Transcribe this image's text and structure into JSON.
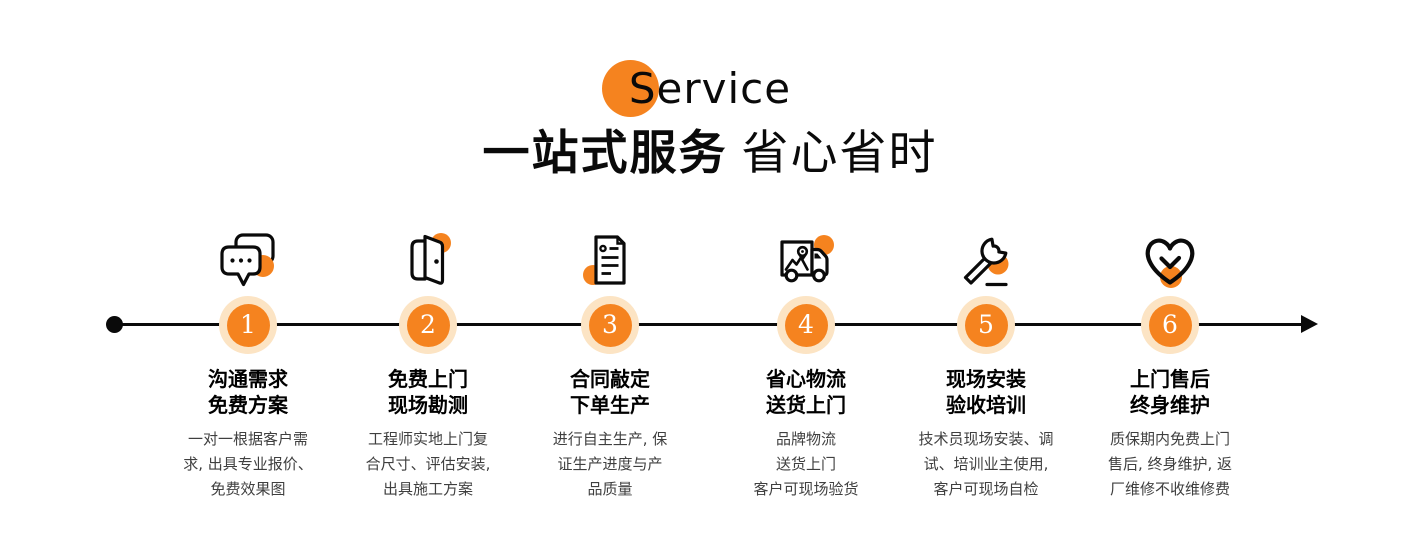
{
  "palette": {
    "accent": "#F5831F",
    "accent_soft": "#FCE4C4",
    "ink": "#0A0A0A",
    "text_secondary": "#3F3F3F",
    "background": "#FFFFFF"
  },
  "header": {
    "eyebrow": "Service",
    "title_strong": "一站式服务",
    "title_light": "省心省时"
  },
  "timeline": {
    "start_marker": "dot",
    "end_marker": "arrow-right",
    "step_count": "6"
  },
  "steps": [
    {
      "number": "1",
      "icon": "chat-bubbles-icon",
      "title": "沟通需求\n免费方案",
      "description": "一对一根据客户需\n求, 出具专业报价、\n免费效果图"
    },
    {
      "number": "2",
      "icon": "open-door-icon",
      "title": "免费上门\n现场勘测",
      "description": "工程师实地上门复\n合尺寸、评估安装,\n出具施工方案"
    },
    {
      "number": "3",
      "icon": "contract-document-icon",
      "title": "合同敲定\n下单生产",
      "description": "进行自主生产, 保\n证生产进度与产\n品质量"
    },
    {
      "number": "4",
      "icon": "delivery-truck-icon",
      "title": "省心物流\n送货上门",
      "description": "品牌物流\n送货上门\n客户可现场验货"
    },
    {
      "number": "5",
      "icon": "wrench-icon",
      "title": "现场安装\n验收培训",
      "description": "技术员现场安装、调\n试、培训业主使用,\n客户可现场自检"
    },
    {
      "number": "6",
      "icon": "heart-hands-icon",
      "title": "上门售后\n终身维护",
      "description": "质保期内免费上门\n售后, 终身维护, 返\n厂维修不收维修费"
    }
  ]
}
